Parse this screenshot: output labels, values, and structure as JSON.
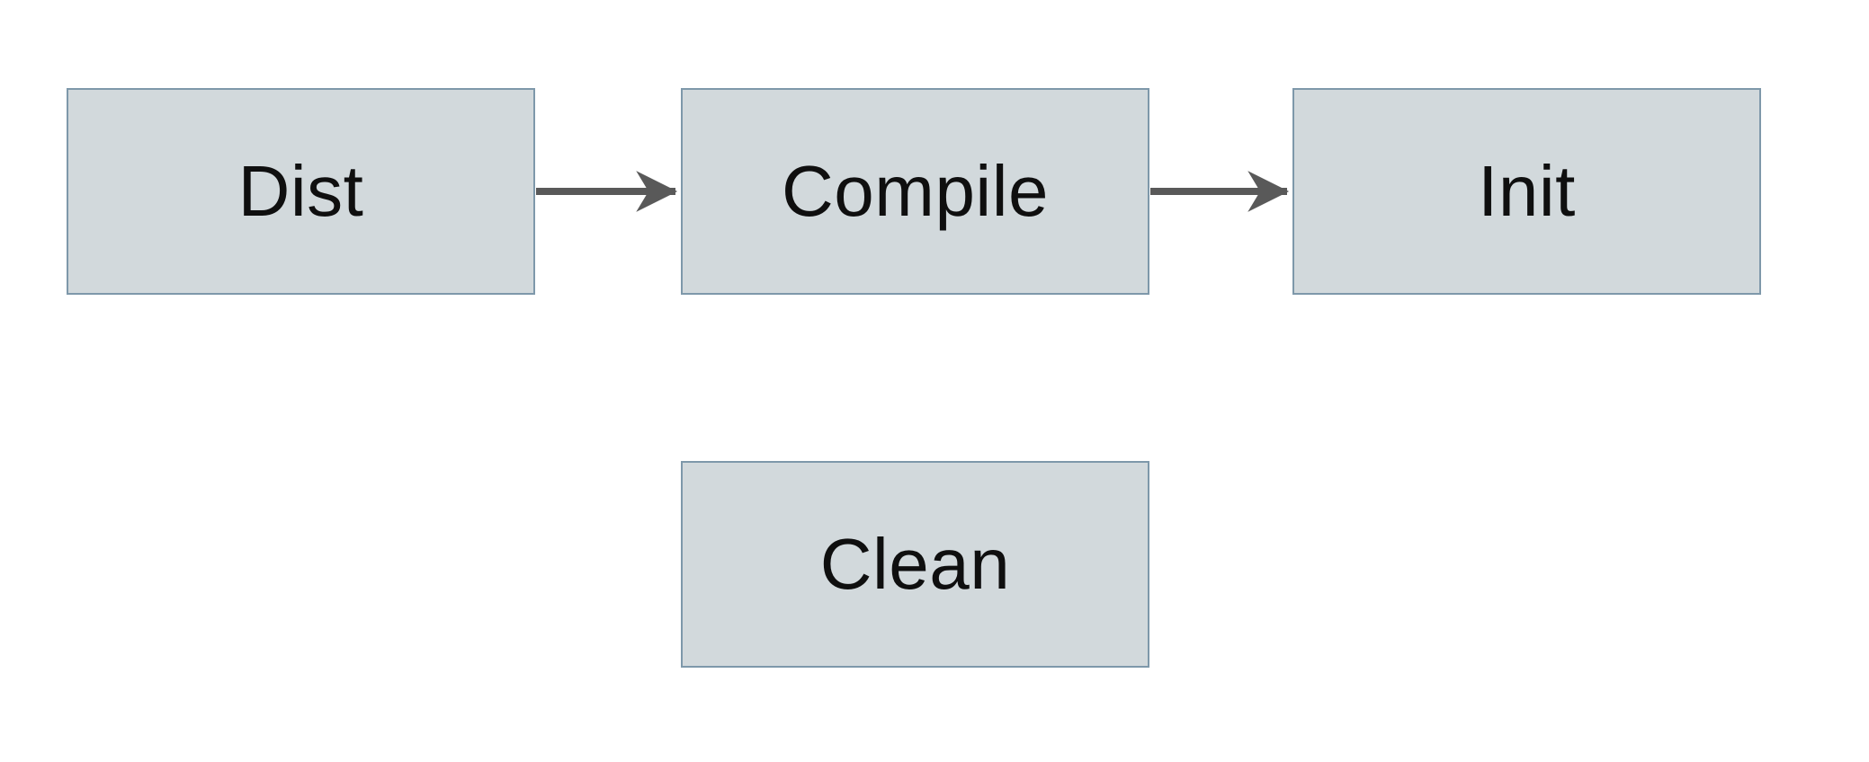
{
  "diagram": {
    "type": "flowchart",
    "background": "#ffffff",
    "colors": {
      "node_fill": "#d2d9dc",
      "node_border": "#7e98aa",
      "arrow": "#595959",
      "text": "#0f0f0f"
    },
    "nodes": [
      {
        "id": "dist",
        "label": "Dist"
      },
      {
        "id": "compile",
        "label": "Compile"
      },
      {
        "id": "init",
        "label": "Init"
      },
      {
        "id": "clean",
        "label": "Clean"
      }
    ],
    "edges": [
      {
        "from": "dist",
        "to": "compile",
        "direction": "right"
      },
      {
        "from": "compile",
        "to": "init",
        "direction": "right"
      }
    ]
  }
}
